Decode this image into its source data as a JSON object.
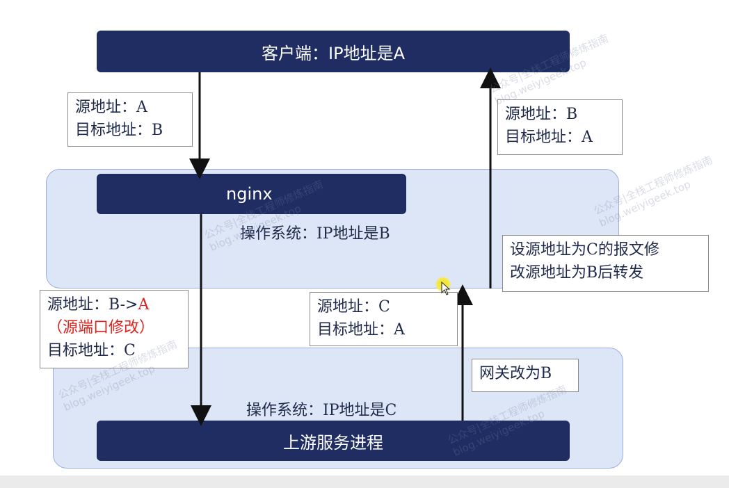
{
  "client_bar": {
    "label": "客户端：IP地址是A"
  },
  "nginx_bar": {
    "label": "nginx"
  },
  "nginx_os": {
    "label": "操作系统：IP地址是B"
  },
  "upstream_bar": {
    "label": "上游服务进程"
  },
  "upstream_os": {
    "label": "操作系统：IP地址是C"
  },
  "box_client_to_nginx": {
    "src": "源地址：A",
    "dst": "目标地址：B"
  },
  "box_nginx_to_client": {
    "src": "源地址：B",
    "dst": "目标地址：A"
  },
  "box_nginx_to_upstream": {
    "src_prefix": "源地址：B->",
    "src_highlight": "A",
    "note": "（源端口修改）",
    "dst": "目标地址：C"
  },
  "box_upstream_to_nginx": {
    "src": "源地址：C",
    "dst": "目标地址：A"
  },
  "box_modify_note": {
    "line1": "设源地址为C的报文修",
    "line2": "改源地址为B后转发"
  },
  "box_gateway": {
    "label": "网关改为B"
  },
  "watermark": {
    "line1": "公众号|全栈工程师修炼指南",
    "line2": "blog.weiyigeek.top"
  },
  "colors": {
    "navy": "#1f2d63",
    "panel": "#dde6f7",
    "highlight_red": "#e0221c",
    "cursor_yellow": "#f2e21a"
  },
  "icons": [
    "arrow-down",
    "arrow-up",
    "mouse-cursor-icon"
  ]
}
